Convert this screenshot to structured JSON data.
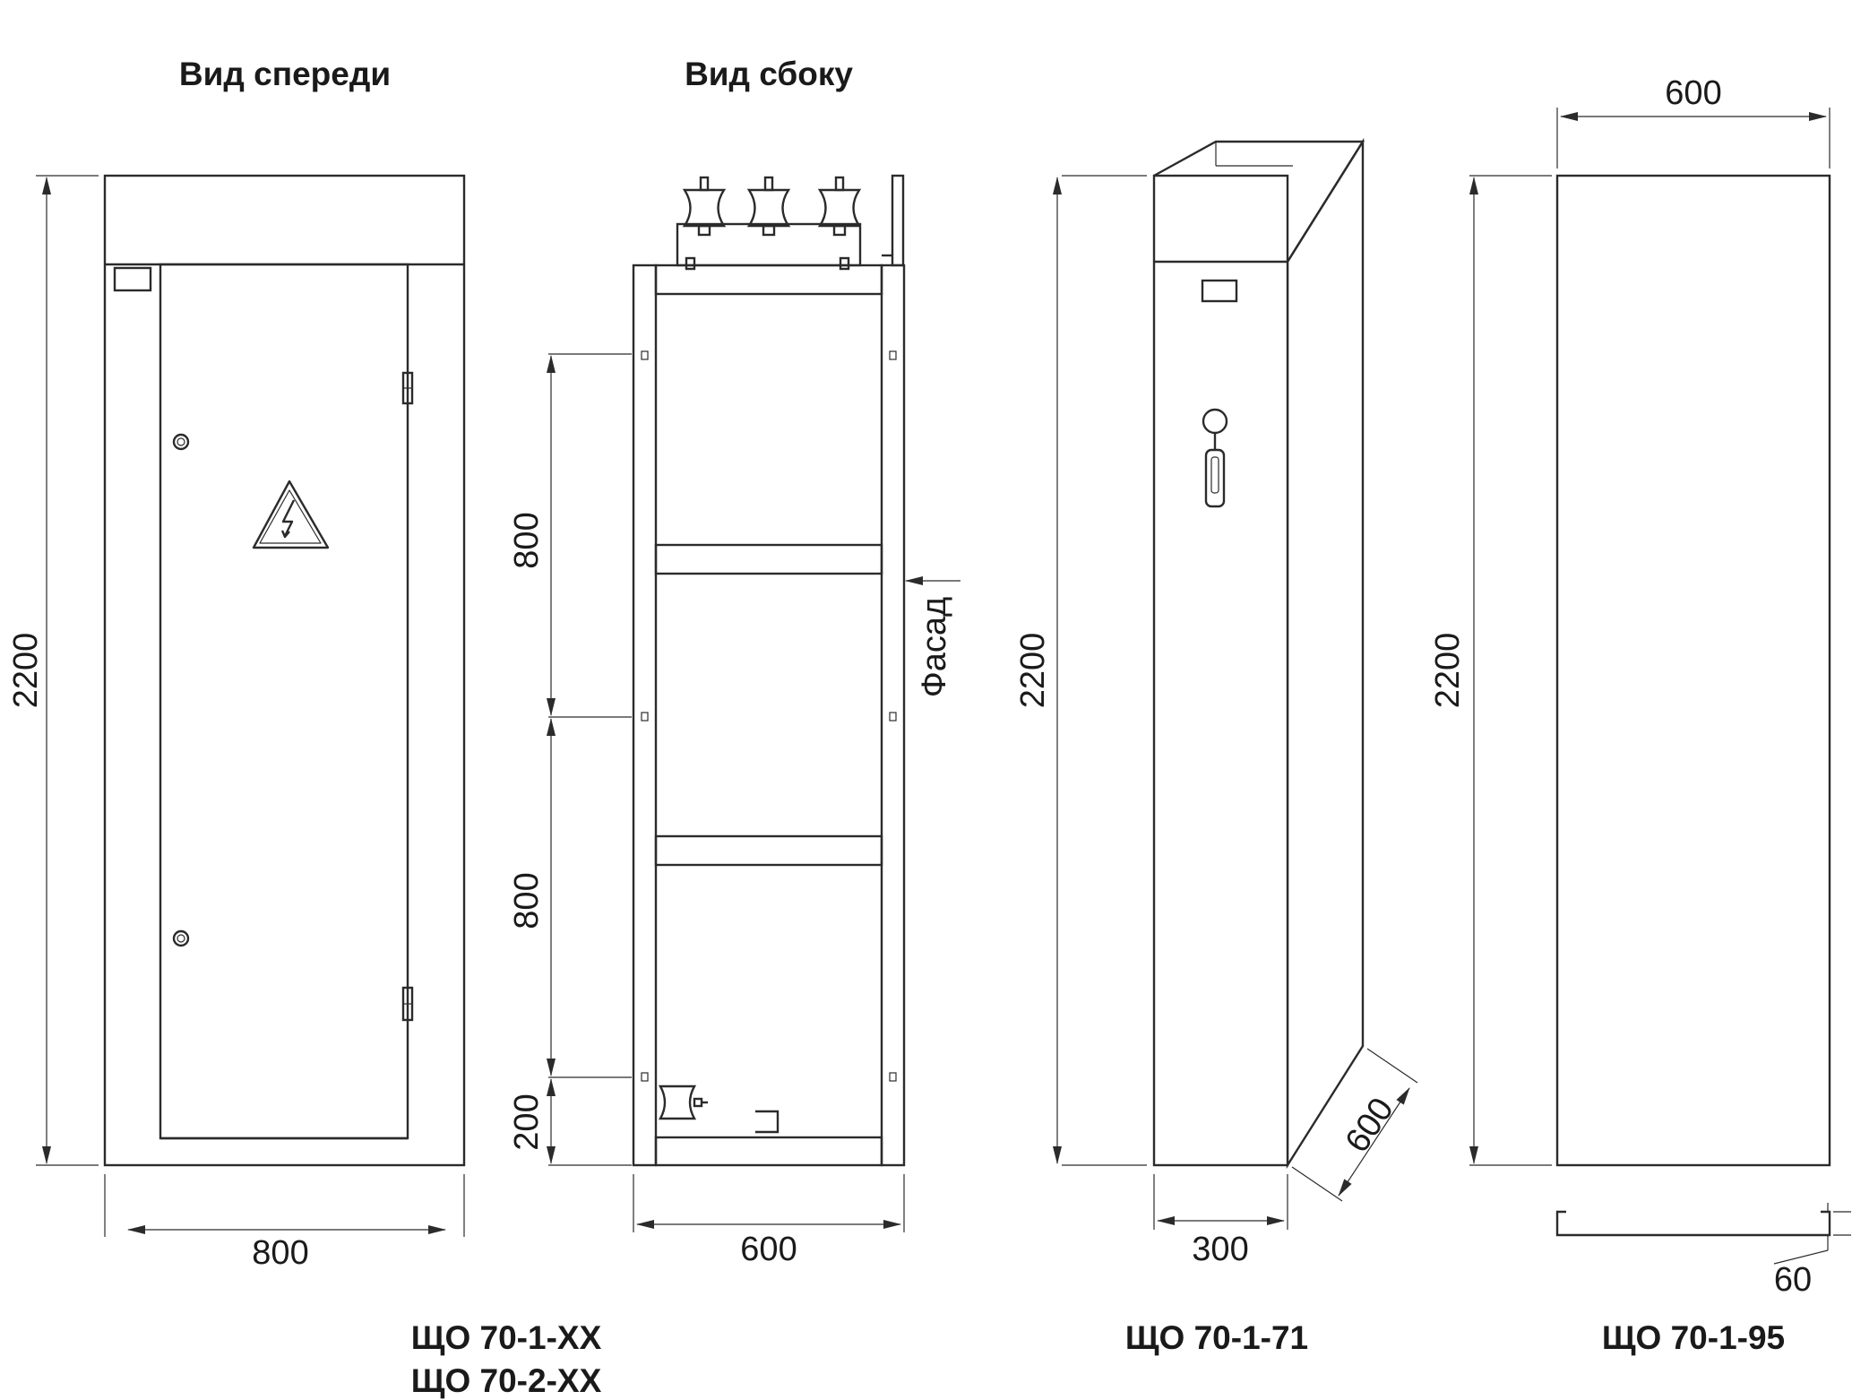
{
  "views": {
    "front_title": "Вид спереди",
    "side_title": "Вид сбоку"
  },
  "dimensions": {
    "front_height": "2200",
    "front_width": "800",
    "side_width": "600",
    "side_upper_section": "800",
    "side_middle_section": "800",
    "side_bottom_section": "200",
    "facade_label": "Фасад",
    "model71_height": "2200",
    "model71_width": "300",
    "model71_depth": "600",
    "model95_top_width": "600",
    "model95_height": "2200",
    "model95_base": "60"
  },
  "labels": {
    "front_model_1": "ЩО 70-1-XX",
    "front_model_2": "ЩО 70-2-XX",
    "model71": "ЩО 70-1-71",
    "model95": "ЩО 70-1-95"
  },
  "icons": [
    "high-voltage-warning-icon",
    "door-lock-icon",
    "door-hinge-icon",
    "bus-insulator-icon",
    "switch-handle-icon"
  ],
  "colors": {
    "line": "#2b2b2b",
    "background": "#ffffff"
  }
}
